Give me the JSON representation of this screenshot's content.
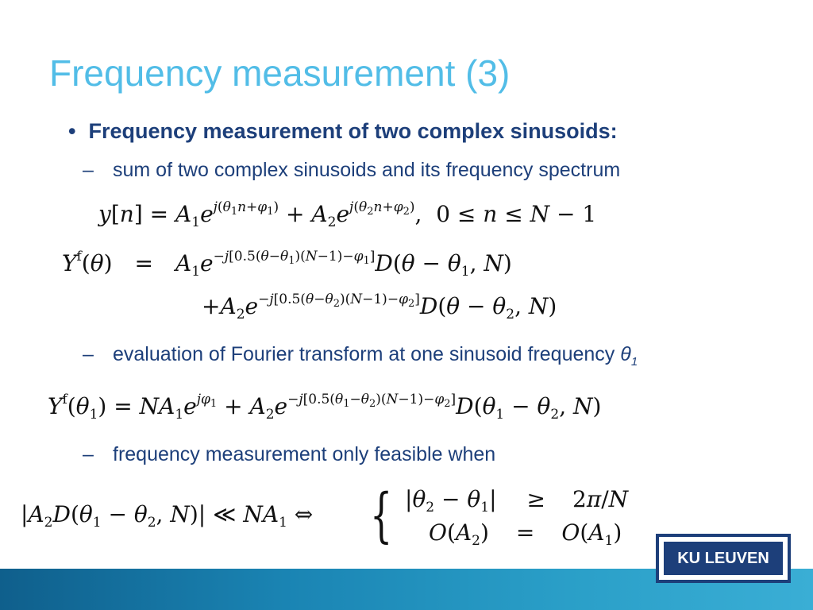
{
  "slide": {
    "title": "Frequency measurement (3)",
    "bullet": "Frequency measurement of two complex sinusoids:",
    "subpoints": [
      "sum of two complex sinusoids and its frequency spectrum",
      "evaluation of Fourier transform at one sinusoid frequency",
      "frequency measurement only feasible when"
    ],
    "subpoint2_symbol": "θ",
    "subpoint2_symbol_index": "1"
  },
  "logo": {
    "text": "KU LEUVEN"
  },
  "colors": {
    "title": "#52bde7",
    "text": "#1d3f7a",
    "footer_start": "#0f5f8c",
    "footer_end": "#3aaed5",
    "logo_bg": "#1d3f7a"
  }
}
